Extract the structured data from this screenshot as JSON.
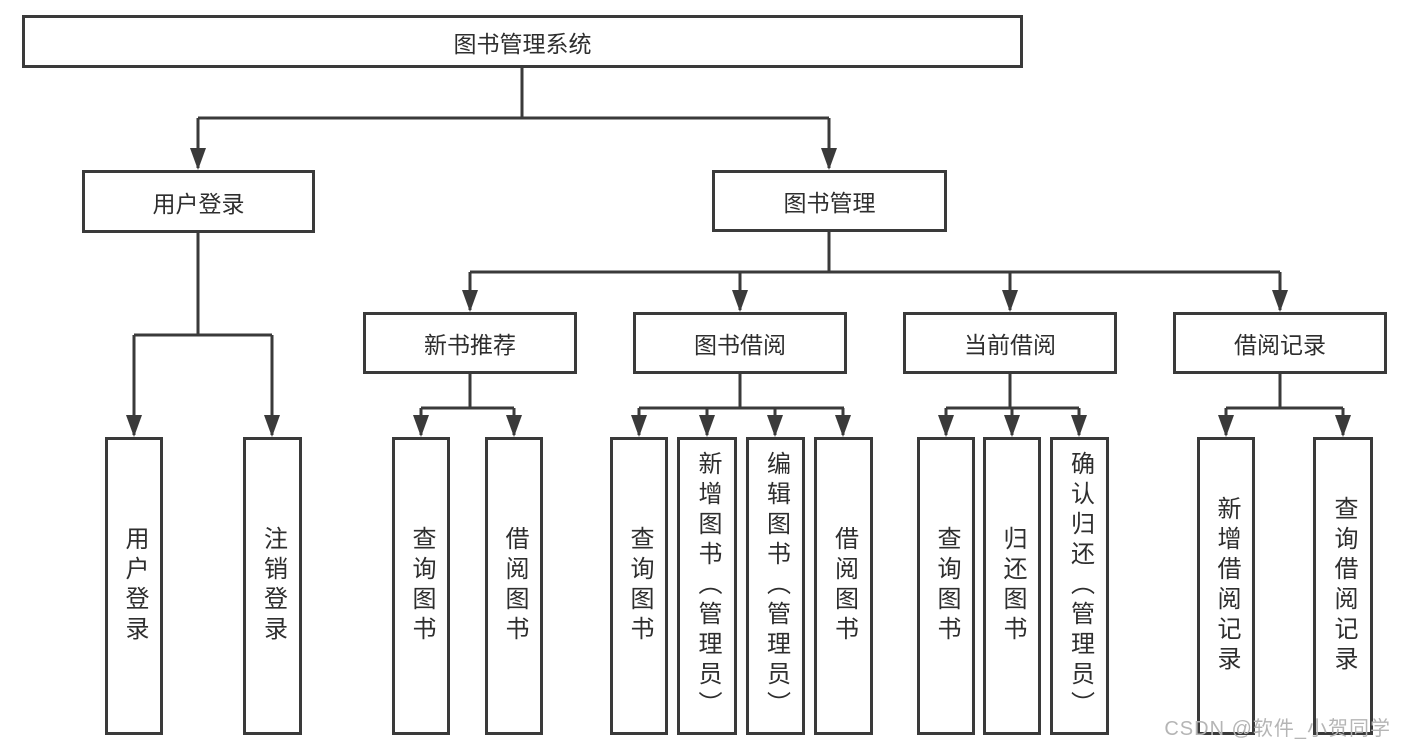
{
  "diagram_type": "hierarchy-tree",
  "colors": {
    "line": "#3a3a3a",
    "box_border": "#3a3a3a",
    "text": "#2e2e2e",
    "background": "#ffffff",
    "watermark": "#b5b5b5"
  },
  "tree": {
    "root": {
      "label": "图书管理系统",
      "children": [
        {
          "label": "用户登录",
          "children": [
            {
              "label": "用户登录"
            },
            {
              "label": "注销登录"
            }
          ]
        },
        {
          "label": "图书管理",
          "children": [
            {
              "label": "新书推荐",
              "children": [
                {
                  "label": "查询图书"
                },
                {
                  "label": "借阅图书"
                }
              ]
            },
            {
              "label": "图书借阅",
              "children": [
                {
                  "label": "查询图书"
                },
                {
                  "label": "新增图书（管理员）"
                },
                {
                  "label": "编辑图书（管理员）"
                },
                {
                  "label": "借阅图书"
                }
              ]
            },
            {
              "label": "当前借阅",
              "children": [
                {
                  "label": "查询图书"
                },
                {
                  "label": "归还图书"
                },
                {
                  "label": "确认归还（管理员）"
                }
              ]
            },
            {
              "label": "借阅记录",
              "children": [
                {
                  "label": "新增借阅记录"
                },
                {
                  "label": "查询借阅记录"
                }
              ]
            }
          ]
        }
      ]
    }
  },
  "watermark": {
    "text": "CSDN @软件_小贺同学"
  }
}
